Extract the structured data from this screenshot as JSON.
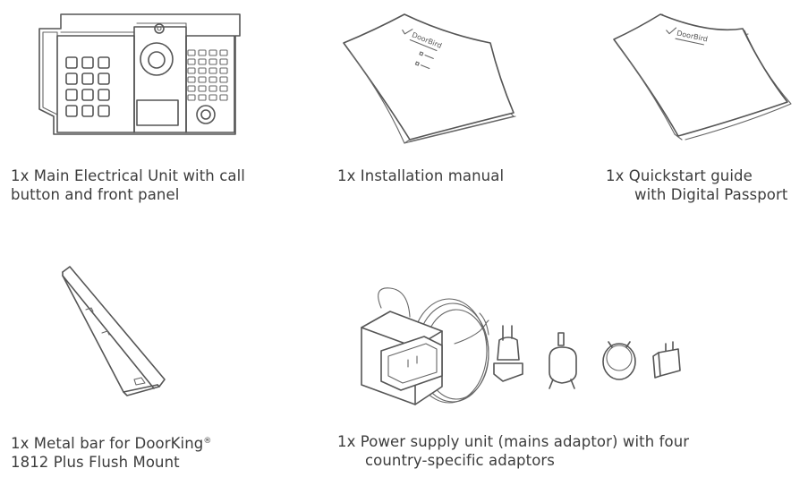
{
  "items": [
    {
      "id": "main-unit",
      "lines": [
        "1x Main Electrical Unit with call",
        "button and front panel"
      ]
    },
    {
      "id": "installation-manual",
      "lines": [
        "1x Installation manual"
      ],
      "brand": "DoorBird"
    },
    {
      "id": "quickstart-guide",
      "lines": [
        "1x Quickstart guide",
        "with Digital Passport"
      ],
      "brand": "DoorBird"
    },
    {
      "id": "metal-bar",
      "line1": "1x Metal bar for DoorKing",
      "reg": "®",
      "line2": "1812 Plus Flush Mount"
    },
    {
      "id": "power-supply",
      "lines": [
        "1x Power supply unit (mains adaptor) with four",
        "country-specific adaptors"
      ]
    }
  ]
}
